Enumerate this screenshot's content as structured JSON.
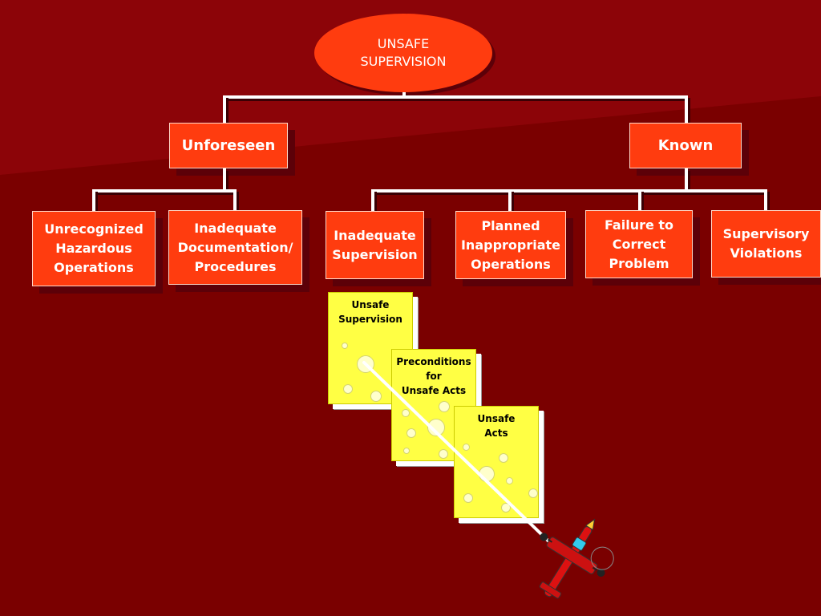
{
  "diagram": {
    "root": "UNSAFE\nSUPERVISION",
    "level1": {
      "left": "Unforeseen",
      "right": "Known"
    },
    "leaves": [
      "Unrecognized\nHazardous\nOperations",
      "Inadequate\nDocumentation/\nProcedures",
      "Inadequate\nSupervision",
      "Planned\nInappropriate\nOperations",
      "Failure to\nCorrect\nProblem",
      "Supervisory\nViolations"
    ]
  },
  "cheese_model": {
    "layers": [
      "Unsafe\nSupervision",
      "Preconditions\nfor\nUnsafe Acts",
      "Unsafe\nActs"
    ],
    "trajectory_icon": "airplane-crash-icon"
  },
  "colors": {
    "background": "#7a0000",
    "box_fill": "#ff3c0f",
    "card_fill": "#ffff44",
    "connector": "#ffffff"
  }
}
